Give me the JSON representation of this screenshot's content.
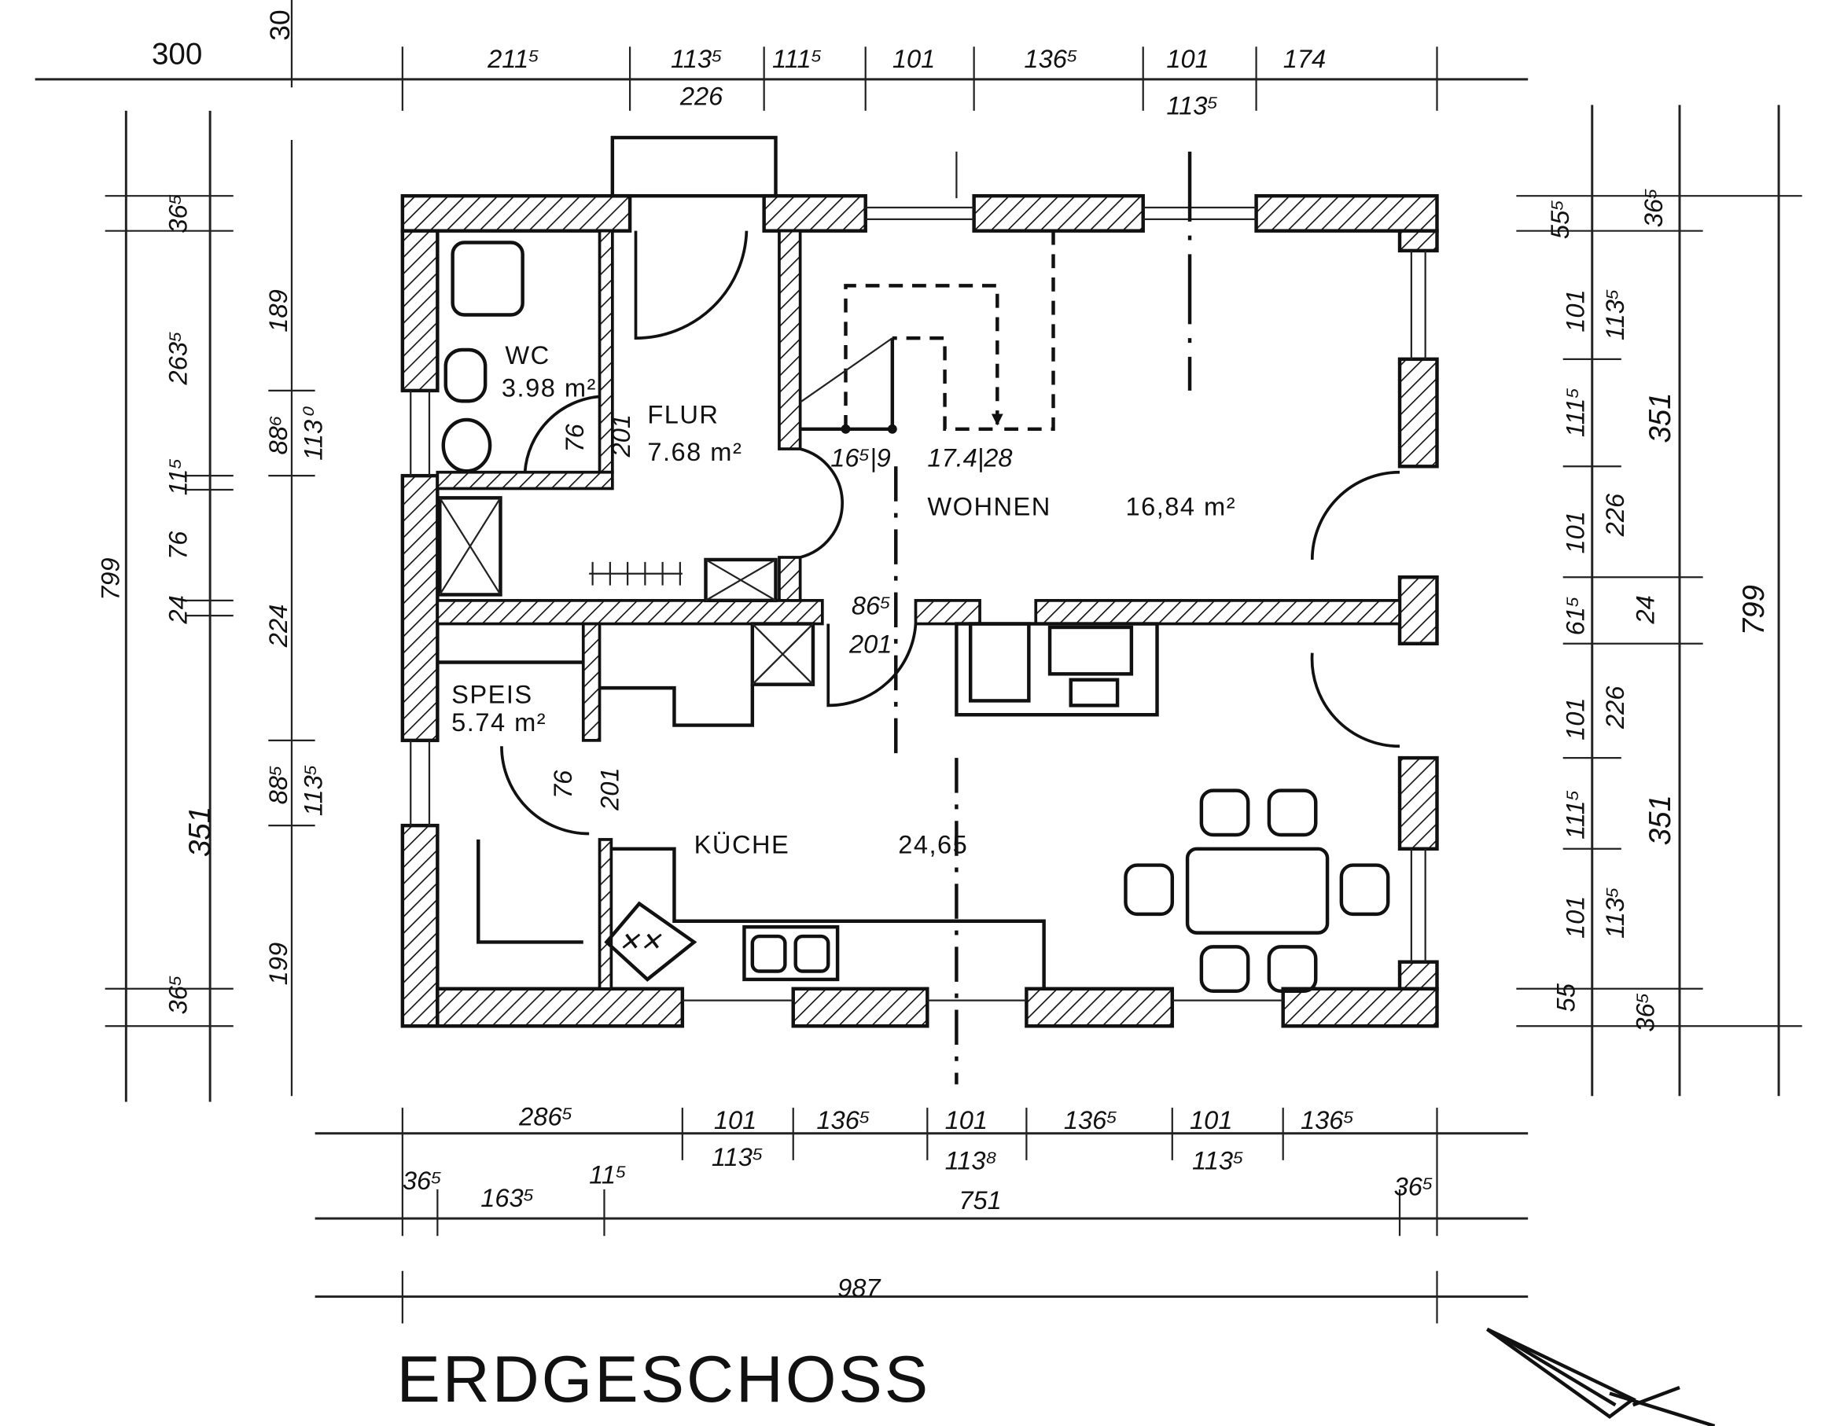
{
  "title": "ERDGESCHOSS",
  "rooms": {
    "wc": {
      "name": "WC",
      "area": "3.98 m²"
    },
    "flur": {
      "name": "FLUR",
      "area": "7.68 m²"
    },
    "wohnen": {
      "name": "WOHNEN",
      "area": "16,84 m²"
    },
    "speis": {
      "name": "SPEIS",
      "area": "5.74 m²"
    },
    "kueche": {
      "name": "KÜCHE",
      "area": "24,65"
    }
  },
  "annotations": {
    "stair_left": "16⁵|9",
    "stair_right": "17.4|28",
    "wc_door_w": "76",
    "wc_door_h": "201",
    "kitchen_door_w": "86⁵",
    "kitchen_door_h": "201",
    "speis_door_w": "76",
    "speis_door_h": "201"
  },
  "dims_top": {
    "d300": "300",
    "d30": "30",
    "row": [
      "211⁵",
      "113⁵",
      "111⁵",
      "101",
      "136⁵",
      "101",
      "174"
    ],
    "sub": [
      "226",
      "113⁵"
    ]
  },
  "dims_left": {
    "outer": [
      "36⁵",
      "263⁵",
      "11⁵",
      "76",
      "24",
      "351",
      "36⁵"
    ],
    "total": "799",
    "inner": [
      "189",
      "88⁶",
      "224",
      "88⁵",
      "199"
    ],
    "inner2": [
      "113⁰",
      "113⁵"
    ]
  },
  "dims_right": {
    "col1": [
      "55⁵",
      "101",
      "111⁵",
      "101",
      "61⁵",
      "101",
      "111⁵",
      "101",
      "55"
    ],
    "col2": [
      "113⁵",
      "226",
      "226",
      "113⁵"
    ],
    "col3": [
      "36⁵",
      "351",
      "24",
      "351",
      "36⁵"
    ],
    "total": "799"
  },
  "dims_bottom": {
    "row1": [
      "286⁵",
      "101",
      "136⁵",
      "101",
      "136⁵",
      "101",
      "136⁵"
    ],
    "row1_sub": [
      "113⁵",
      "113⁸",
      "113⁵"
    ],
    "row2": [
      "36⁵",
      "163⁵",
      "11⁵",
      "751",
      "36⁵"
    ],
    "total": "987"
  }
}
